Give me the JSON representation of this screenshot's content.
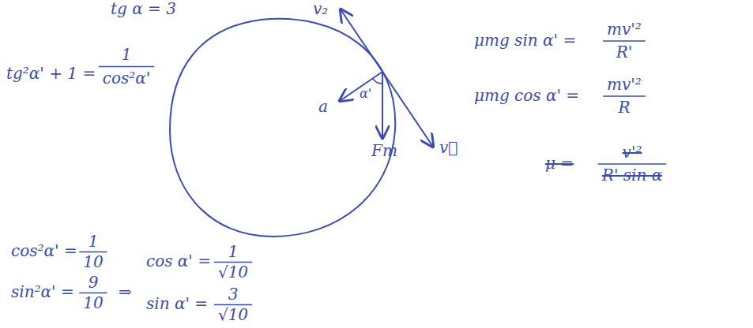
{
  "diagram": {
    "labels": [
      "tg α = 3",
      "v₂",
      "tg²α' + 1 =",
      "1",
      "cos²α'",
      "a",
      "α'",
      "Fт",
      "v⃗",
      "cos²α' =",
      "1",
      "10",
      "sin²α' =",
      "9",
      "10",
      "⇒",
      "cos α' =",
      "1",
      "√10",
      "sin α' =",
      "3",
      "√10",
      "μmg sin α' =",
      "mv'²",
      "R'",
      "μmg cos α' =",
      "mv'²",
      "R",
      "μ =",
      "v'²",
      "R' sin α"
    ]
  }
}
